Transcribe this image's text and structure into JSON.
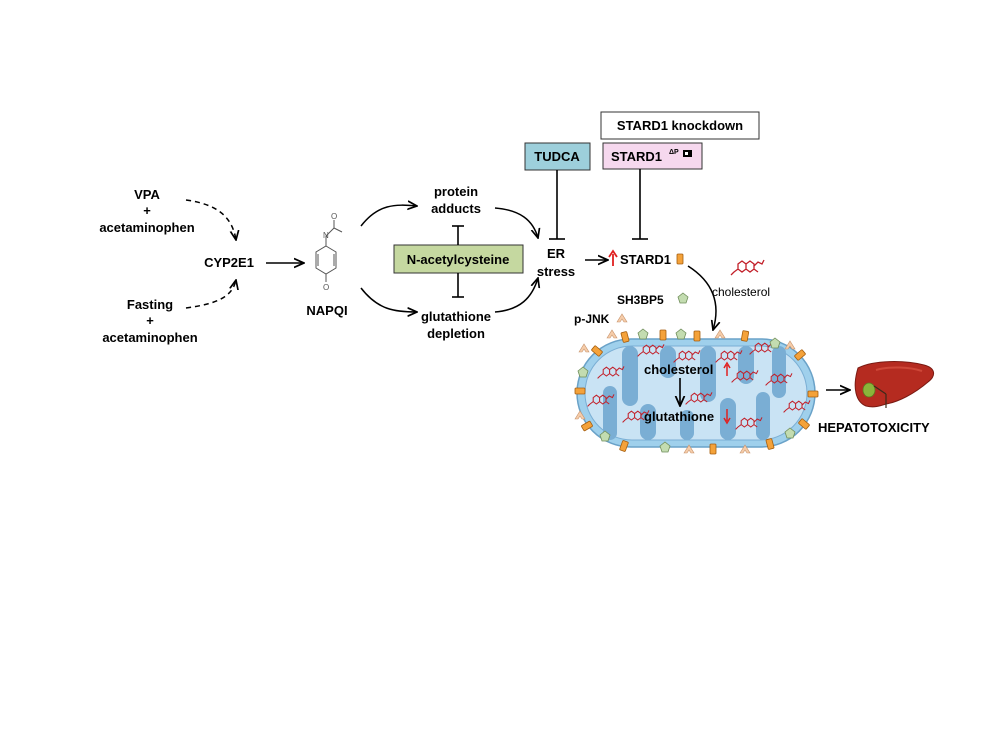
{
  "diagram": {
    "trigger_vpa": {
      "line1": "VPA",
      "line2": "+",
      "line3": "acetaminophen"
    },
    "trigger_fasting": {
      "line1": "Fasting",
      "line2": "+",
      "line3": "acetaminophen"
    },
    "enzyme": "CYP2E1",
    "metabolite": "NAPQI",
    "napqi_atoms": {
      "nitrogen": "N",
      "oxygen_top": "O",
      "oxygen_bottom": "O"
    },
    "protein_adducts": {
      "line1": "protein",
      "line2": "adducts"
    },
    "gsh_depletion": {
      "line1": "glutathione",
      "line2": "depletion"
    },
    "antidote": "N-acetylcysteine",
    "er_stress": {
      "line1": "ER",
      "line2": "stress"
    },
    "tudca": "TUDCA",
    "stard1_knockdown": "STARD1 knockdown",
    "stard1_mutant": "STARD1",
    "stard1_mutant_superscript": "ΔP",
    "stard1": "STARD1",
    "sh3bp5": "SH3BP5",
    "pjnk": "p-JNK",
    "cholesterol": "cholesterol",
    "mito_cholesterol": "cholesterol",
    "mito_glutathione": "glutathione",
    "outcome": "HEPATOTOXICITY"
  },
  "colors": {
    "tudca_fill": "#9dcfdb",
    "stard1_mutant_fill": "#f6d8ee",
    "antidote_fill": "#c5d8a0",
    "mito_outer": "#9fd0ec",
    "mito_matrix": "#c9e3f4",
    "mito_cristae": "#7aaed4",
    "stard1_orange": "#f4a23a",
    "sh3bp5_green": "#c3dcb0",
    "pjnk_peach": "#f6cdaa",
    "cholesterol_red": "#c2202a",
    "up_arrow_red": "#e02020",
    "liver_red": "#b52b20",
    "gallbladder_green": "#8bb43a"
  },
  "icons": [
    "up-arrow-icon",
    "down-arrow-icon",
    "cholesterol-icon",
    "stard1-icon",
    "sh3bp5-icon",
    "pjnk-icon",
    "mitochondrion-icon",
    "liver-icon",
    "knockdown-icon"
  ]
}
